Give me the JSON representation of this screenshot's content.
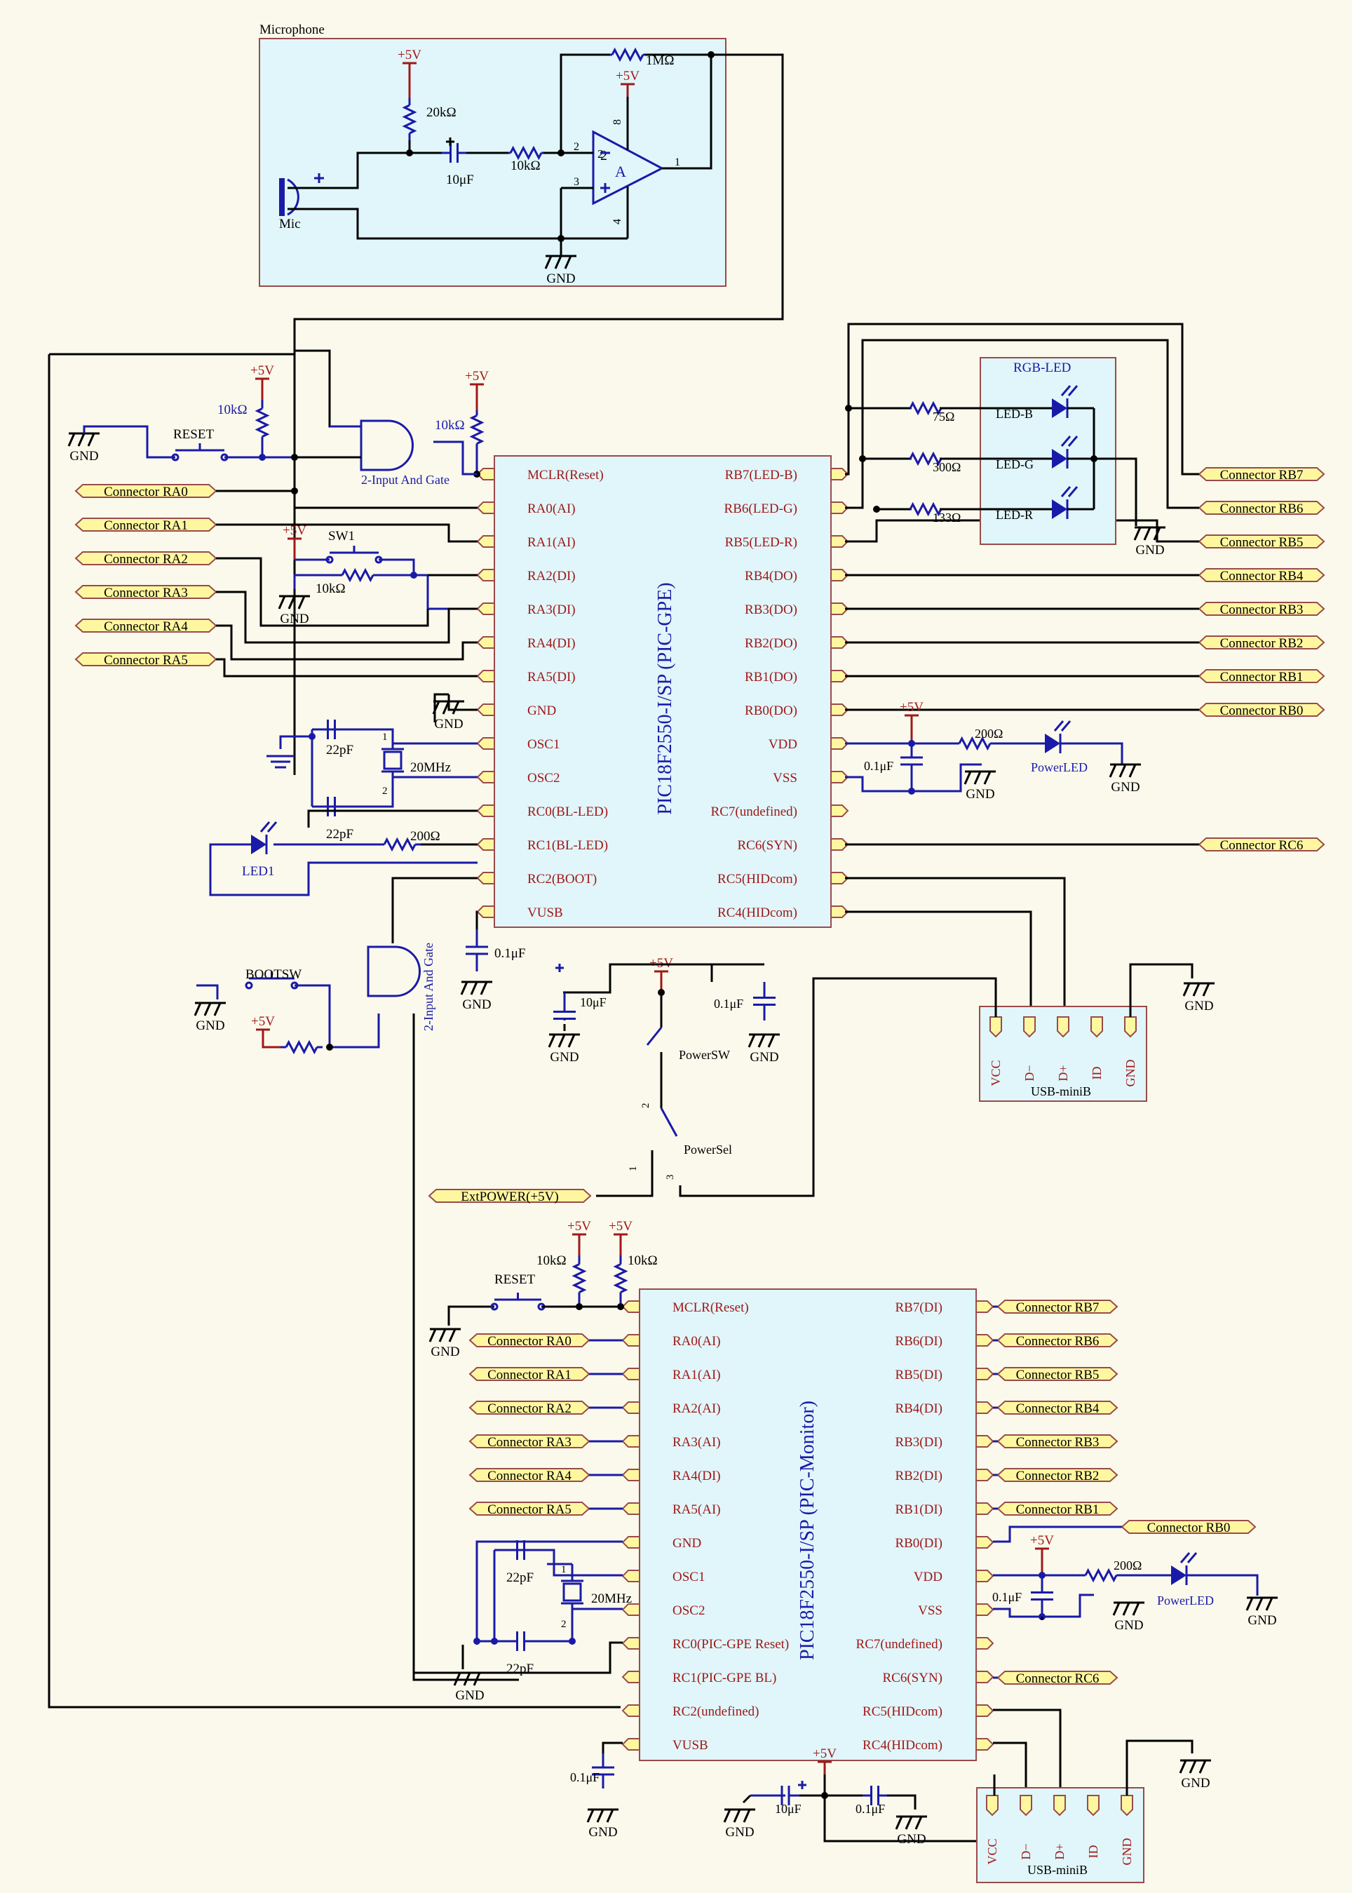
{
  "title": "",
  "mic_section": {
    "label": "Microphone",
    "plus5v_a": "+5V",
    "plus5v_b": "+5V",
    "r20k": "20kΩ",
    "r10k": "10kΩ",
    "r1m": "1MΩ",
    "c10u": "10μF",
    "mic": "Mic",
    "gnd": "GND",
    "opamp": "A",
    "pin1": "1",
    "pin2": "2",
    "pin3": "3",
    "pin4": "4",
    "pin8": "8"
  },
  "gpe": {
    "chip_name": "PIC18F2550-I/SP (PIC-GPE)",
    "left_pins": [
      "MCLR(Reset)",
      "RA0(AI)",
      "RA1(AI)",
      "RA2(DI)",
      "RA3(DI)",
      "RA4(DI)",
      "RA5(DI)",
      "GND",
      "OSC1",
      "OSC2",
      "RC0(BL-LED)",
      "RC1(BL-LED)",
      "RC2(BOOT)",
      "VUSB"
    ],
    "right_pins": [
      "RB7(LED-B)",
      "RB6(LED-G)",
      "RB5(LED-R)",
      "RB4(DO)",
      "RB3(DO)",
      "RB2(DO)",
      "RB1(DO)",
      "RB0(DO)",
      "VDD",
      "VSS",
      "RC7(undefined)",
      "RC6(SYN)",
      "RC5(HIDcom)",
      "RC4(HIDcom)"
    ],
    "left_connectors": [
      "Connector RA0",
      "Connector RA1",
      "Connector RA2",
      "Connector RA3",
      "Connector RA4",
      "Connector RA5"
    ],
    "right_connectors": [
      "Connector RB7",
      "Connector RB6",
      "Connector RB5",
      "Connector RB4",
      "Connector RB3",
      "Connector RB2",
      "Connector RB1",
      "Connector RB0",
      "Connector RC6"
    ],
    "reset": "RESET",
    "sw1": "SW1",
    "and_gate": "2-Input And Gate",
    "and_gate2": "2-Input And Gate",
    "bootsw": "BOOTSW",
    "r10k": "10kΩ",
    "r200": "200Ω",
    "r75": "75Ω",
    "r300": "300Ω",
    "r133": "133Ω",
    "c22p": "22pF",
    "xtal": "20MHz",
    "c01u": "0.1μF",
    "c10u": "10μF",
    "led1": "LED1",
    "powerled": "PowerLED",
    "rgb_led": "RGB-LED",
    "led_b": "LED-B",
    "led_g": "LED-G",
    "led_r": "LED-R",
    "power_sw": "PowerSW",
    "power_sel": "PowerSel",
    "ext_power": "ExtPOWER(+5V)",
    "usb": "USB-miniB",
    "usb_pins": [
      "VCC",
      "D−",
      "D+",
      "ID",
      "GND"
    ],
    "gnd": "GND",
    "plus5v": "+5V",
    "pin1": "1",
    "pin2": "2",
    "pin3": "3"
  },
  "mon": {
    "chip_name": "PIC18F2550-I/SP (PIC-Monitor)",
    "left_pins": [
      "MCLR(Reset)",
      "RA0(AI)",
      "RA1(AI)",
      "RA2(AI)",
      "RA3(AI)",
      "RA4(DI)",
      "RA5(AI)",
      "GND",
      "OSC1",
      "OSC2",
      "RC0(PIC-GPE Reset)",
      "RC1(PIC-GPE BL)",
      "RC2(undefined)",
      "VUSB"
    ],
    "right_pins": [
      "RB7(DI)",
      "RB6(DI)",
      "RB5(DI)",
      "RB4(DI)",
      "RB3(DI)",
      "RB2(DI)",
      "RB1(DI)",
      "RB0(DI)",
      "VDD",
      "VSS",
      "RC7(undefined)",
      "RC6(SYN)",
      "RC5(HIDcom)",
      "RC4(HIDcom)"
    ],
    "left_connectors": [
      "Connector RA0",
      "Connector RA1",
      "Connector RA2",
      "Connector RA3",
      "Connector RA4",
      "Connector RA5"
    ],
    "right_connectors": [
      "Connector RB7",
      "Connector RB6",
      "Connector RB5",
      "Connector RB4",
      "Connector RB3",
      "Connector RB2",
      "Connector RB1",
      "Connector RB0",
      "Connector RC6"
    ],
    "reset": "RESET",
    "r10k": "10kΩ",
    "r200": "200Ω",
    "c22p": "22pF",
    "xtal": "20MHz",
    "c01u": "0.1μF",
    "c10u": "10μF",
    "powerled": "PowerLED",
    "usb": "USB-miniB",
    "usb_pins": [
      "VCC",
      "D−",
      "D+",
      "ID",
      "GND"
    ],
    "gnd": "GND",
    "plus5v": "+5V",
    "pin1": "1",
    "pin2": "2"
  }
}
